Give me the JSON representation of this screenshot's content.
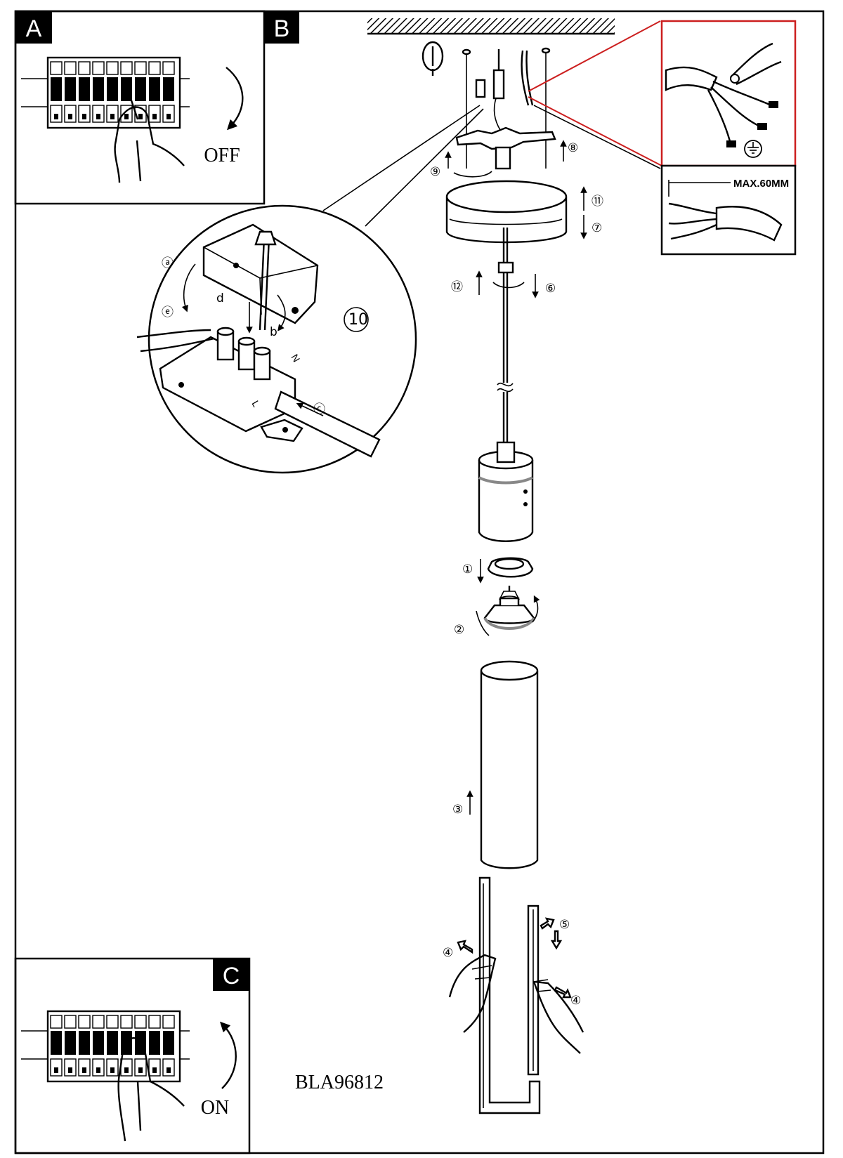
{
  "panels": {
    "a": {
      "letter": "A",
      "switch_label": "OFF"
    },
    "b": {
      "letter": "B"
    },
    "c": {
      "letter": "C",
      "switch_label": "ON"
    }
  },
  "detail": {
    "max_strip": "MAX.60MM"
  },
  "steps": {
    "s1": "①",
    "s2": "②",
    "s3": "③",
    "s4": "④",
    "s5": "⑤",
    "s6": "⑥",
    "s7": "⑦",
    "s8": "⑧",
    "s9": "⑨",
    "s11": "⑪",
    "s12": "⑫",
    "s10": "10",
    "sa": "ⓐ",
    "sb": "b",
    "sc": "ⓒ",
    "sd": "d",
    "se": "ⓔ"
  },
  "terminal_letters": {
    "n": "N",
    "l": "L"
  },
  "model_code": "BLA96812",
  "colors": {
    "highlight": "#cc1f1f",
    "ink": "#000000",
    "paper": "#ffffff"
  }
}
